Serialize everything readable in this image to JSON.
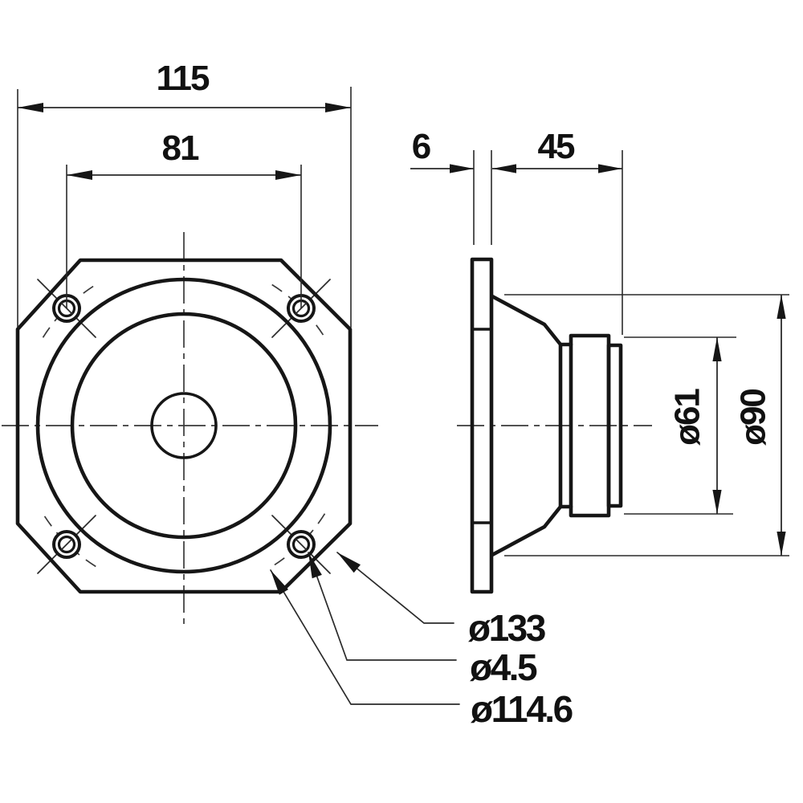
{
  "drawing": {
    "type": "loudspeaker dimensional drawing",
    "unit_system": "mm",
    "front_view": {
      "dim_overall_width": "115",
      "dim_hole_spacing": "81",
      "leader_corner_diameter": "ø133",
      "leader_hole_diameter": "ø4.5",
      "leader_bolt_circle_diameter": "ø114.6"
    },
    "side_view": {
      "dim_flange_thickness": "6",
      "dim_mounting_depth": "45",
      "dim_magnet_diameter": "ø61",
      "dim_basket_diameter": "ø90"
    },
    "line_color": "#161616",
    "background_color": "#ffffff"
  }
}
